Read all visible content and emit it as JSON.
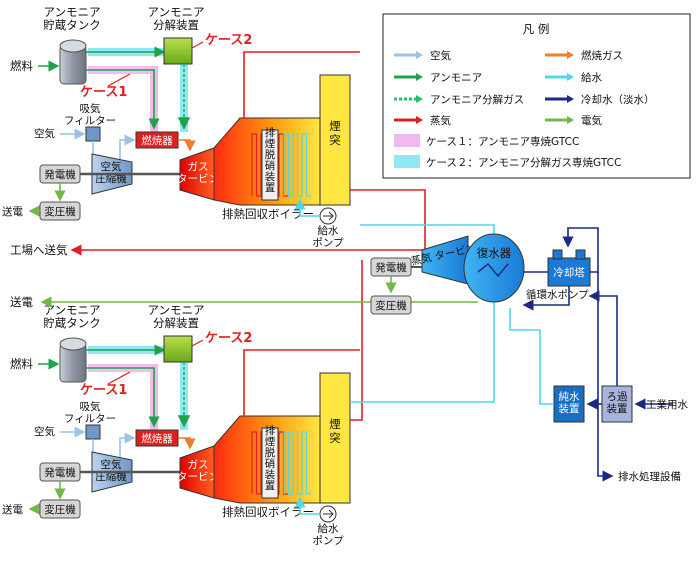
{
  "legend": {
    "title": "凡 例",
    "items": [
      {
        "label": "空気",
        "color": "#9cc3e6"
      },
      {
        "label": "燃焼ガス",
        "color": "#ed7d31"
      },
      {
        "label": "アンモニア",
        "color": "#1fa34a"
      },
      {
        "label": "給水",
        "color": "#4fd8e8"
      },
      {
        "label": "アンモニア分解ガス",
        "color": "#27c06a"
      },
      {
        "label": "冷却水（淡水）",
        "color": "#1c2a86"
      },
      {
        "label": "蒸気",
        "color": "#e02020"
      },
      {
        "label": "電気",
        "color": "#6fb84a"
      }
    ],
    "case1": {
      "label": "ケース１：アンモニア専焼GTCC",
      "color": "#f2b8f0"
    },
    "case2": {
      "label": "ケース２：アンモニア分解ガス専焼GTCC",
      "color": "#8fe8f2"
    }
  },
  "units": [
    {
      "storage_tank": "アンモニア\n貯蔵タンク",
      "decomposer": "アンモニア\n分解装置",
      "case1": "ケース1",
      "case2": "ケース2",
      "fuel": "燃料",
      "intake_filter": "吸気\nフィルター",
      "air": "空気",
      "combustor": "燃焼器",
      "generator": "発電機",
      "compressor": "空気\n圧縮機",
      "gas_turbine": "ガス\nタービン",
      "transformer": "変圧機",
      "transmission": "送電",
      "denox": "排煙脱硝装置",
      "chimney": "煙突",
      "hrsg": "排熱回収ボイラー",
      "feed_pump": "給水\nポンプ"
    },
    {
      "storage_tank": "アンモニア\n貯蔵タンク",
      "decomposer": "アンモニア\n分解装置",
      "case1": "ケース1",
      "case2": "ケース2",
      "fuel": "燃料",
      "intake_filter": "吸気\nフィルター",
      "air": "空気",
      "combustor": "燃焼器",
      "generator": "発電機",
      "compressor": "空気\n圧縮機",
      "gas_turbine": "ガス\nタービン",
      "transformer": "変圧機",
      "transmission": "送電",
      "denox": "排煙脱硝装置",
      "chimney": "煙突",
      "hrsg": "排熱回収ボイラー",
      "feed_pump": "給水\nポンプ"
    }
  ],
  "steam_section": {
    "factory_steam": "工場へ送気",
    "transmission": "送電",
    "generator": "発電機",
    "transformer": "変圧機",
    "steam_turbine": "蒸気\nタービン",
    "condenser": "復水器",
    "circ_pump": "循環水ポンプ",
    "cooling_tower": "冷却塔",
    "pure_water": "純水\n装置",
    "filter": "ろ過\n装置",
    "industrial_water": "工業用水",
    "drain": "排水処理設備"
  }
}
